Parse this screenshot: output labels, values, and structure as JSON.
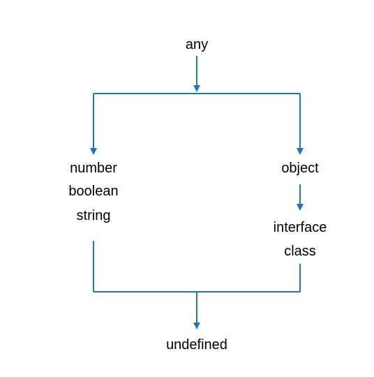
{
  "diagram": {
    "line_color": "#1f78b4",
    "text_color": "#000000",
    "nodes": {
      "top": "any",
      "left_1": "number",
      "left_2": "boolean",
      "left_3": "string",
      "right_1": "object",
      "right_2": "interface",
      "right_3": "class",
      "bottom": "undefined"
    }
  }
}
